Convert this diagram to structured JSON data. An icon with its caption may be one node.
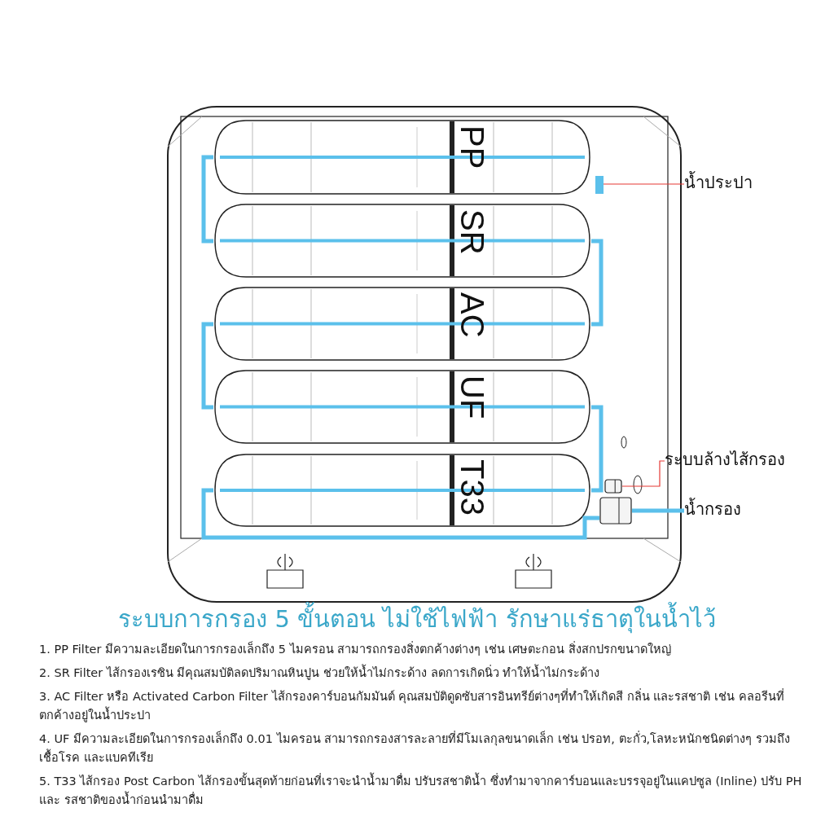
{
  "diagram": {
    "title": "ระบบการกรอง 5 ขั้นตอน ไม่ใช้ไฟฟ้า รักษาแร่ธาตุในน้ำไว้",
    "nodes": [
      {
        "text": [
          "PP"
        ]
      },
      {
        "text": [
          "SR"
        ]
      },
      {
        "text": [
          "AC"
        ]
      },
      {
        "text": [
          "UF"
        ]
      },
      {
        "text": [
          "T33"
        ]
      },
      {
        "text": [
          "น้ำประปา"
        ]
      },
      {
        "text": [],
        "shape": "bar"
      },
      {
        "text": [
          "ระบบล้างไส้กรอง"
        ]
      },
      {
        "text": [],
        "shape": "box"
      },
      {
        "text": [
          "น้ำกรอง"
        ]
      },
      {
        "text": [],
        "shape": "box"
      }
    ],
    "edges": [
      {
        "from": 0,
        "to": 1,
        "arrow": "none"
      },
      {
        "from": 1,
        "to": 2,
        "arrow": "none"
      },
      {
        "from": 2,
        "to": 3,
        "arrow": "none"
      },
      {
        "from": 3,
        "to": 4,
        "arrow": "none"
      },
      {
        "from": 5,
        "to": 6,
        "arrow": "none",
        "color": "#e53935"
      },
      {
        "from": 7,
        "to": 8,
        "arrow": "none",
        "color": "#e53935"
      },
      {
        "from": 9,
        "to": 10,
        "arrow": "none"
      },
      {
        "from": 4,
        "to": 10,
        "arrow": "none"
      }
    ],
    "labels": [
      "1. PP Filter มีความละเอียดในการกรองเล็กถึง 5 ไมครอน สามารถกรองสิ่งตกค้างต่างๆ เช่น เศษตะกอน สิ่งสกปรกขนาดใหญ่",
      "2. SR Filter ไส้กรองเรซิน มีคุณสมบัติลดปริมาณหินปูน ช่วยให้น้ำไม่กระด้าง ลดการเกิดนิ่ว ทำให้น้ำไม่กระด้าง",
      "3. AC Filter หรือ Activated Carbon Filter ไส้กรองคาร์บอนกัมมันต์ คุณสมบัติดูดซับสารอินทรีย์ต่างๆที่ทำให้เกิดสี กลิ่น และรสชาติ เช่น คลอรีนที่ตกค้างอยู่ในน้ำประปา",
      "4. UF มีความละเอียดในการกรองเล็กถึง 0.01 ไมครอน สามารถกรองสารละลายที่มีโมเลกุลขนาดเล็ก เช่น ปรอท, ตะกั่ว,โลหะหนักชนิดต่างๆ รวมถึงเชื้อโรค และแบคทีเรีย",
      "5. T33 ไส้กรอง Post Carbon ไส้กรองขั้นสุดท้ายก่อนที่เราจะนำน้ำมาดื่ม ปรับรสชาติน้ำ ซึ่งทำมาจากคาร์บอนและบรรจุอยู่ในแคปซูล (Inline) ปรับ PH และ รสชาติของน้ำก่อนนำมาดื่ม"
    ]
  }
}
